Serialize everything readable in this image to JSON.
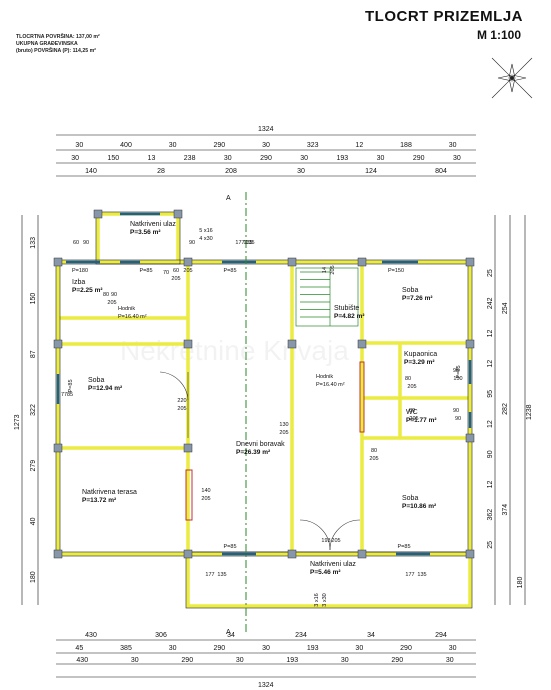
{
  "header": {
    "title": "TLOCRT PRIZEMLJA",
    "scale": "M 1:100",
    "info": {
      "line1": "TLOCRTNA POVRŠINA: 137,00 m²",
      "line2": "UKUPNA GRAĐEVINSKA",
      "line3": "(bruto) POVRŠINA (P): 114,25 m²"
    }
  },
  "section_mark": "A",
  "watermark": "Nekretnine Krivaja",
  "dims": {
    "total": "1324",
    "top_row1": [
      "30",
      "400",
      "30",
      "290",
      "30",
      "323",
      "12",
      "188",
      "30"
    ],
    "top_row2": [
      "30",
      "150",
      "13",
      "238",
      "30",
      "290",
      "30",
      "193",
      "30",
      "290",
      "30"
    ],
    "top_row3": [
      "140",
      "28",
      "208",
      "30",
      "124",
      "804"
    ],
    "bottom_row1": [
      "430",
      "306",
      "34",
      "234",
      "34",
      "294"
    ],
    "bottom_row2": [
      "45",
      "385",
      "30",
      "290",
      "30",
      "193",
      "30",
      "290",
      "30"
    ],
    "bottom_row3": [
      "430",
      "30",
      "290",
      "30",
      "193",
      "30",
      "290",
      "30"
    ],
    "left_outer": "1273",
    "left_row": [
      "133",
      "150",
      "87",
      "322",
      "279",
      "40",
      "180"
    ],
    "right_outer": "1238",
    "right_row1": [
      "25",
      "242",
      "12",
      "12",
      "95",
      "12",
      "90",
      "12",
      "362",
      "25"
    ],
    "right_row2": [
      "254",
      "282",
      "374"
    ],
    "right_row3": [
      "180"
    ]
  },
  "rooms": [
    {
      "name": "Natkriveni ulaz",
      "area": "P=3.56 m²"
    },
    {
      "name": "Izba",
      "area": "P=2.25 m²"
    },
    {
      "name": "Hodnik",
      "area": "P=16.40 m²"
    },
    {
      "name": "Soba",
      "area": "P=12.94 m²"
    },
    {
      "name": "Natkrivena terasa",
      "area": "P=13.72 m²"
    },
    {
      "name": "Dnevni boravak",
      "area": "P=26.39 m²"
    },
    {
      "name": "Stubište",
      "area": "P=4.82 m²"
    },
    {
      "name": "Hodnik",
      "area": "P=16.40 m²"
    },
    {
      "name": "Soba",
      "area": "P=7.26 m²"
    },
    {
      "name": "Kupaonica",
      "area": "P=3.29 m²"
    },
    {
      "name": "WC",
      "area": "P=1.77 m²"
    },
    {
      "name": "Soba",
      "area": "P=10.86 m²"
    },
    {
      "name": "Natkriveni ulaz",
      "area": "P=5.46 m²"
    }
  ],
  "openings": {
    "window_labels": [
      "P=180",
      "P=85",
      "P=85",
      "P=150",
      "P=85",
      "P=85",
      "P=85",
      "P=85"
    ],
    "sills": [
      "60",
      "90",
      "90",
      "135",
      "177",
      "135",
      "80",
      "90",
      "205",
      "60",
      "205",
      "70",
      "205",
      "77",
      "85",
      "80",
      "205",
      "80",
      "205",
      "95",
      "150",
      "90",
      "90",
      "80",
      "205",
      "130",
      "205",
      "220",
      "205",
      "140",
      "205",
      "193",
      "205",
      "177",
      "135",
      "177",
      "135"
    ],
    "stairs_top": "5 x16\n4 x30",
    "stairs_bottom": "3 x16\n3 x30",
    "stairs_main": "14\n205"
  }
}
